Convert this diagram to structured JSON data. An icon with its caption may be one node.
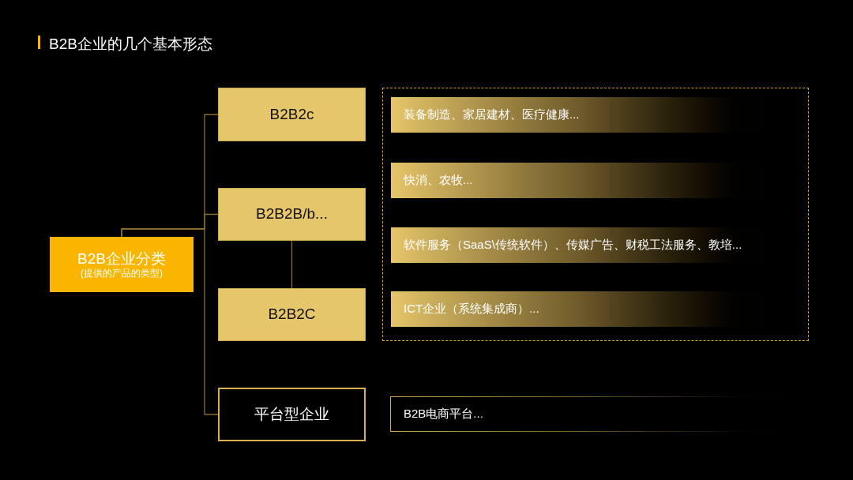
{
  "diagram": {
    "title": "B2B企业的几个基本形态",
    "nodes": [
      {
        "text": [
          "B2B企业分类",
          "(提供的产品的类型)"
        ]
      },
      {
        "text": [
          "B2B2c"
        ]
      },
      {
        "text": [
          "B2B2B/b..."
        ]
      },
      {
        "text": [
          "B2B2C"
        ]
      },
      {
        "text": [
          "平台型企业"
        ]
      },
      {
        "text": [],
        "shape": "box"
      },
      {
        "text": [
          "装备制造、家居建材、医疗健康..."
        ],
        "in": 5
      },
      {
        "text": [
          "快消、农牧..."
        ],
        "in": 5
      },
      {
        "text": [
          "软件服务（SaaS\\传统软件）、传媒广告、财税工法服务、教培..."
        ],
        "in": 5
      },
      {
        "text": [
          "ICT企业（系统集成商）..."
        ],
        "in": 5
      },
      {
        "text": [
          "B2B电商平台..."
        ]
      }
    ],
    "edges": [
      {
        "from": 0,
        "to": 1,
        "arrow": "none"
      },
      {
        "from": 0,
        "to": 2,
        "arrow": "none"
      },
      {
        "from": 0,
        "to": 4,
        "arrow": "none"
      },
      {
        "from": 2,
        "to": 3,
        "arrow": "none"
      }
    ]
  }
}
